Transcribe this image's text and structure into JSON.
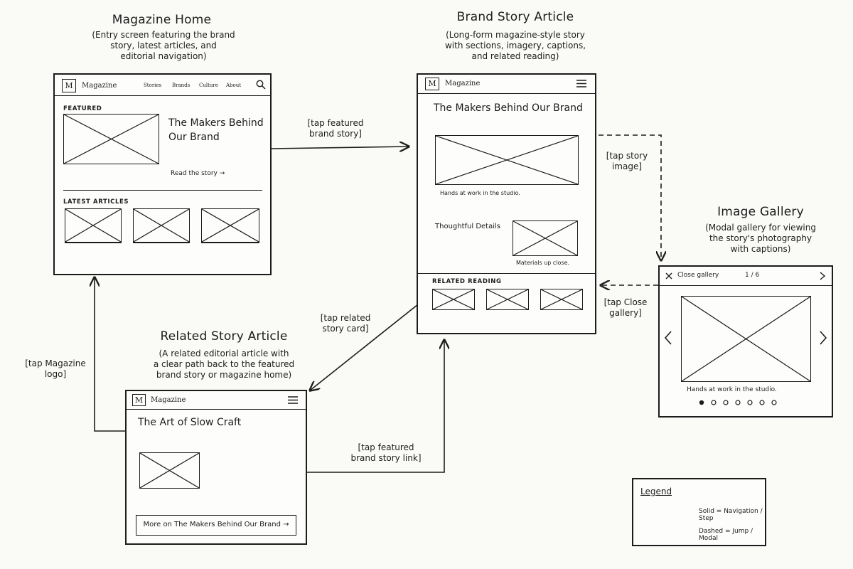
{
  "screens": {
    "home": {
      "title": "Magazine Home",
      "desc": "(Entry screen featuring the brand\nstory, latest articles, and\neditorial navigation)",
      "logo": "M",
      "brand": "Magazine",
      "nav": [
        "Stories",
        "Brands",
        "Culture",
        "About"
      ],
      "featured_label": "FEATURED",
      "featured_title": "The Makers Behind\nOur Brand",
      "read_link": "Read the story →",
      "latest_label": "LATEST ARTICLES"
    },
    "article": {
      "title": "Brand Story Article",
      "desc": "(Long-form magazine-style story\nwith sections, imagery, captions,\nand related reading)",
      "logo": "M",
      "brand": "Magazine",
      "headline": "The Makers Behind Our Brand",
      "caption1": "Hands at work in the studio.",
      "subhead": "Thoughtful Details",
      "caption2": "Materials up close.",
      "related_label": "RELATED READING"
    },
    "gallery": {
      "title": "Image Gallery",
      "desc": "(Modal gallery for viewing\nthe story's photography\nwith captions)",
      "close_label": "Close gallery",
      "counter": "1 / 6",
      "caption": "Hands at work in the studio."
    },
    "related": {
      "title": "Related Story Article",
      "desc": "(A related editorial article with\na clear path back to the featured\nbrand story or magazine home)",
      "logo": "M",
      "brand": "Magazine",
      "headline": "The Art of Slow Craft",
      "more_button": "More on The Makers Behind Our Brand →"
    }
  },
  "transitions": {
    "home_to_article": "[tap featured\nbrand story]",
    "article_to_gallery": "[tap story\nimage]",
    "gallery_to_article": "[tap Close\ngallery]",
    "article_to_related": "[tap related\nstory card]",
    "related_to_article": "[tap featured\nbrand story link]",
    "related_to_home": "[tap Magazine\nlogo]"
  },
  "legend": {
    "title": "Legend",
    "solid": "Solid = Navigation / Step",
    "dashed": "Dashed = Jump / Modal"
  }
}
